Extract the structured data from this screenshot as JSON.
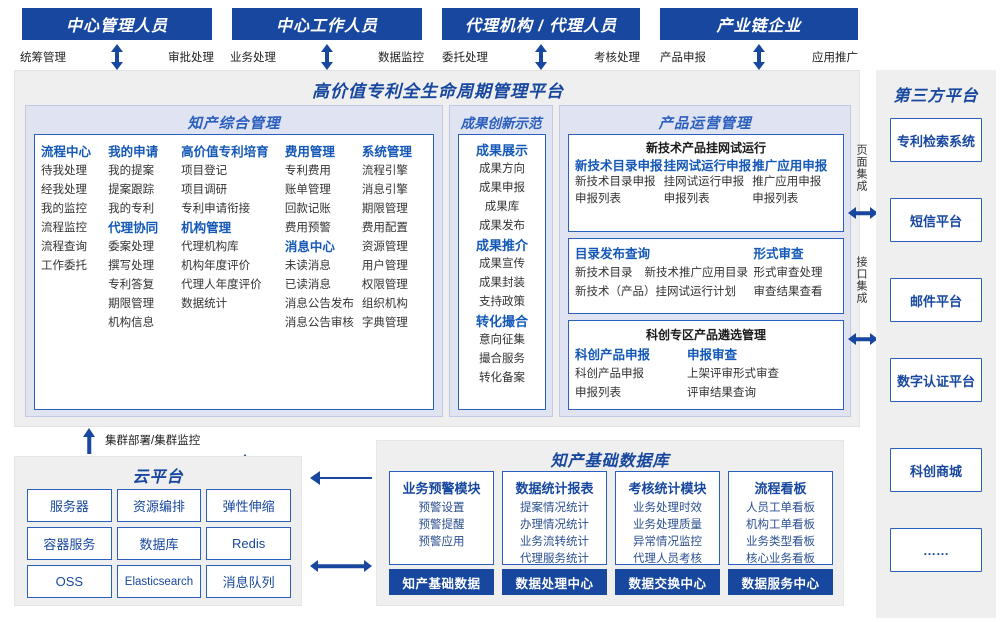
{
  "roles": [
    {
      "title": "中心管理人员",
      "left_action": "统筹管理",
      "right_action": "审批处理"
    },
    {
      "title": "中心工作人员",
      "left_action": "业务处理",
      "right_action": "数据监控"
    },
    {
      "title": "代理机构 / 代理人员",
      "left_action": "委托处理",
      "right_action": "考核处理"
    },
    {
      "title": "产业链企业",
      "left_action": "产品申报",
      "right_action": "应用推广"
    }
  ],
  "platform": {
    "title": "高价值专利全生命周期管理平台",
    "sections": {
      "comprehensive": {
        "title": "知产综合管理",
        "columns": [
          {
            "blocks": [
              {
                "head": "流程中心",
                "items": [
                  "待我处理",
                  "经我处理",
                  "我的监控",
                  "流程监控",
                  "流程查询",
                  "工作委托"
                ]
              }
            ]
          },
          {
            "blocks": [
              {
                "head": "我的申请",
                "items": [
                  "我的提案",
                  "提案跟踪",
                  "我的专利"
                ]
              },
              {
                "head": "代理协同",
                "items": [
                  "委案处理",
                  "撰写处理",
                  "专利答复",
                  "期限管理",
                  "机构信息"
                ]
              }
            ]
          },
          {
            "blocks": [
              {
                "head": "高价值专利培育",
                "items": [
                  "项目登记",
                  "项目调研",
                  "专利申请衔接"
                ]
              },
              {
                "head": "机构管理",
                "items": [
                  "代理机构库",
                  "机构年度评价",
                  "代理人年度评价",
                  "数据统计"
                ]
              }
            ]
          },
          {
            "blocks": [
              {
                "head": "费用管理",
                "items": [
                  "专利费用",
                  "账单管理",
                  "回款记账",
                  "费用预警"
                ]
              },
              {
                "head": "消息中心",
                "items": [
                  "未读消息",
                  "已读消息",
                  "消息公告发布",
                  "消息公告审核"
                ]
              }
            ]
          },
          {
            "blocks": [
              {
                "head": "系统管理",
                "items": [
                  "流程引擎",
                  "消息引擎",
                  "期限管理",
                  "费用配置",
                  "资源管理",
                  "用户管理",
                  "权限管理",
                  "组织机构",
                  "字典管理"
                ]
              }
            ]
          }
        ]
      },
      "achievement": {
        "title": "成果创新示范",
        "blocks": [
          {
            "head": "成果展示",
            "items": [
              "成果方向",
              "成果申报",
              "成果库",
              "成果发布"
            ]
          },
          {
            "head": "成果推介",
            "items": [
              "成果宣传",
              "成果封装",
              "支持政策"
            ]
          },
          {
            "head": "转化撮合",
            "items": [
              "意向征集",
              "撮合服务",
              "转化备案"
            ]
          }
        ]
      },
      "product_ops": {
        "title": "产品运营管理",
        "card1": {
          "group_title": "新技术产品挂网试运行",
          "columns": [
            {
              "head": "新技术目录申报",
              "items": [
                "新技术目录申报",
                "申报列表"
              ]
            },
            {
              "head": "挂网试运行申报",
              "items": [
                "挂网试运行申报",
                "申报列表"
              ]
            },
            {
              "head": "推广应用申报",
              "items": [
                "推广应用申报",
                "申报列表"
              ]
            }
          ]
        },
        "card2": {
          "columns": [
            {
              "head": "目录发布查询",
              "items": [
                "新技术目录",
                "新技术推广应用目录",
                "新技术（产品）挂网试运行计划"
              ]
            },
            {
              "head": "形式审查",
              "items": [
                "形式审查处理",
                "审查结果查看"
              ]
            }
          ]
        },
        "card3": {
          "group_title": "科创专区产品遴选管理",
          "columns": [
            {
              "head": "科创产品申报",
              "items": [
                "科创产品申报",
                "申报列表"
              ]
            },
            {
              "head": "申报审查",
              "items": [
                "上架评审形式审查",
                "评审结果查询"
              ]
            }
          ]
        }
      }
    }
  },
  "integration": {
    "page_integration": "页面集成",
    "api_integration": "接口集成"
  },
  "third_party": {
    "title": "第三方平台",
    "items": [
      "专利检索系统",
      "短信平台",
      "邮件平台",
      "数字认证平台",
      "科创商城",
      "……"
    ]
  },
  "cloud": {
    "cluster_label": "集群部署/集群监控",
    "title": "云平台",
    "cells": [
      "服务器",
      "资源编排",
      "弹性伸缩",
      "容器服务",
      "数据库",
      "Redis",
      "OSS",
      "Elasticsearch",
      "消息队列"
    ]
  },
  "knowledge_db": {
    "title": "知产基础数据库",
    "cards": [
      {
        "title": "业务预警模块",
        "items": [
          "预警设置",
          "预警提醒",
          "预警应用"
        ],
        "footer": "知产基础数据"
      },
      {
        "title": "数据统计报表",
        "items": [
          "提案情况统计",
          "办理情况统计",
          "业务流转统计",
          "代理服务统计"
        ],
        "footer": "数据处理中心"
      },
      {
        "title": "考核统计模块",
        "items": [
          "业务处理时效",
          "业务处理质量",
          "异常情况监控",
          "代理人员考核"
        ],
        "footer": "数据交换中心"
      },
      {
        "title": "流程看板",
        "items": [
          "人员工单看板",
          "机构工单看板",
          "业务类型看板",
          "核心业务看板"
        ],
        "footer": "数据服务中心"
      }
    ]
  },
  "colors": {
    "brand_navy": "#17479e",
    "accent_blue": "#2a5fbe",
    "panel_gray": "#efefef",
    "subpanel_lilac": "#dfe3f2"
  }
}
